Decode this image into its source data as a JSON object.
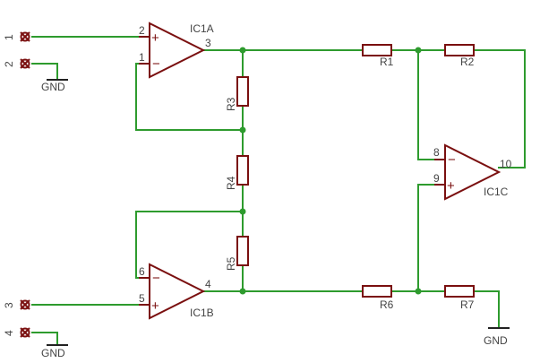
{
  "colors": {
    "wire": "#2e9b2e",
    "component": "#7a0f0f",
    "junction": "#2e9b2e",
    "text": "#444444",
    "ground": "#222222"
  },
  "connectors": [
    "1",
    "2",
    "3",
    "4"
  ],
  "gnd_label": "GND",
  "opamps": {
    "ic1a": {
      "name": "IC1A",
      "pin_plus": "2",
      "pin_minus": "1",
      "pin_out": "3",
      "plus_sign": "+",
      "minus_sign": "−"
    },
    "ic1b": {
      "name": "IC1B",
      "pin_plus": "5",
      "pin_minus": "6",
      "pin_out": "4",
      "plus_sign": "+",
      "minus_sign": "−"
    },
    "ic1c": {
      "name": "IC1C",
      "pin_plus": "9",
      "pin_minus": "8",
      "pin_out": "10",
      "plus_sign": "+",
      "minus_sign": "−"
    }
  },
  "resistors": {
    "r1": "R1",
    "r2": "R2",
    "r3": "R3",
    "r4": "R4",
    "r5": "R5",
    "r6": "R6",
    "r7": "R7"
  }
}
